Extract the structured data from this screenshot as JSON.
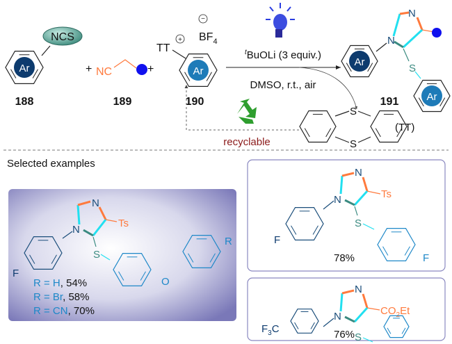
{
  "scheme": {
    "compound_188": {
      "label": "188",
      "ring_text": "Ar",
      "group": "NCS"
    },
    "compound_189": {
      "label": "189",
      "group": "NC"
    },
    "compound_190": {
      "label": "190",
      "ring_text": "Ar",
      "cation": "TT",
      "anion": "BF",
      "anion_sub": "4"
    },
    "plus": "+",
    "conditions": {
      "base_sup": "t",
      "base": "BuOLi (3 equiv.)",
      "solvent": "DMSO, r.t., air"
    },
    "product_191": {
      "label": "191",
      "ring_text_1": "Ar",
      "ring_text_2": "Ar",
      "N": "N",
      "S": "S"
    },
    "byproduct": {
      "label": "(TT)",
      "S": "S"
    },
    "recycle_text": "recyclable"
  },
  "examples": {
    "heading": "Selected examples",
    "featured": {
      "substituent": "Ts",
      "F": "F",
      "N": "N",
      "S": "S",
      "O": "O",
      "R": "R",
      "yields": [
        {
          "r": "R = H",
          "yield": ", 54%"
        },
        {
          "r": "R = Br",
          "yield": ", 58%"
        },
        {
          "r": "R = CN",
          "yield": ", 70%"
        }
      ]
    },
    "example_1": {
      "substituent": "Ts",
      "F1": "F",
      "F2": "F",
      "yield": "78%"
    },
    "example_2": {
      "substituent": "CO",
      "sub_2": "2",
      "sub_tail": "Et",
      "cf3": "F",
      "cf3_sub": "3",
      "cf3_tail": "C",
      "yield": "76%"
    }
  },
  "colors": {
    "orange": "#ff7a3d",
    "cyan": "#22e0f0",
    "navy": "#0d3b6e",
    "blue": "#1e88c8",
    "dot": "#1010ee",
    "recycle": "#2e9e2e",
    "dark_red": "#8b1a1a"
  }
}
